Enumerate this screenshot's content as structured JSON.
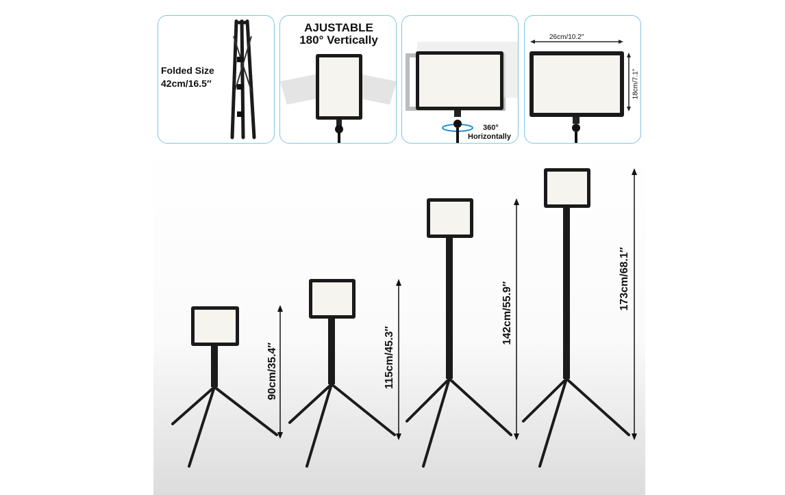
{
  "panels": {
    "folded": {
      "line1": "Folded Size",
      "line2": "42cm/16.5″"
    },
    "vertical": {
      "line1": "AJUSTABLE",
      "line2": "180° Vertically"
    },
    "horizontal": {
      "line1": "360°",
      "line2": "Horizontally"
    },
    "dimensions": {
      "width": "26cm/10.2″",
      "height": "18cm/7.1″"
    }
  },
  "heights": [
    {
      "label": "90cm/35.4″"
    },
    {
      "label": "115cm/45.3″"
    },
    {
      "label": "142cm/55.9″"
    },
    {
      "label": "173cm/68.1″"
    }
  ],
  "colors": {
    "panel_border": "#7fc6dc",
    "frame": "#1a1a1a",
    "led_face": "#f6f4ee",
    "accent_ring": "#1e8fd0"
  }
}
